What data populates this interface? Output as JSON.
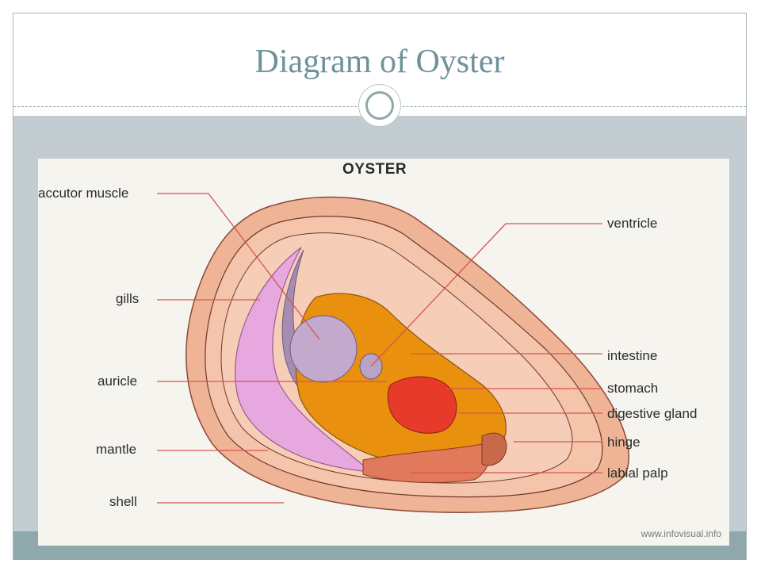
{
  "slide": {
    "title": "Diagram of Oyster"
  },
  "diagram": {
    "heading": "OYSTER",
    "credit": "www.infovisual.info",
    "labels": {
      "accutor_muscle": "accutor muscle",
      "gills": "gills",
      "auricle": "auricle",
      "mantle": "mantle",
      "shell": "shell",
      "ventricle": "ventricle",
      "intestine": "intestine",
      "stomach": "stomach",
      "digestive_gland": "digestive gland",
      "hinge": "hinge",
      "labial_palp": "labial palp"
    },
    "colors": {
      "shell": "#f0b79a",
      "shell_inner": "#f4c6ad",
      "gills": "#e5a7de",
      "muscle": "#bfa5c8",
      "viscera": "#e9900f",
      "stomach": "#e83a2b",
      "palp": "#e07a5a",
      "leader_line": "#d9534f"
    }
  }
}
